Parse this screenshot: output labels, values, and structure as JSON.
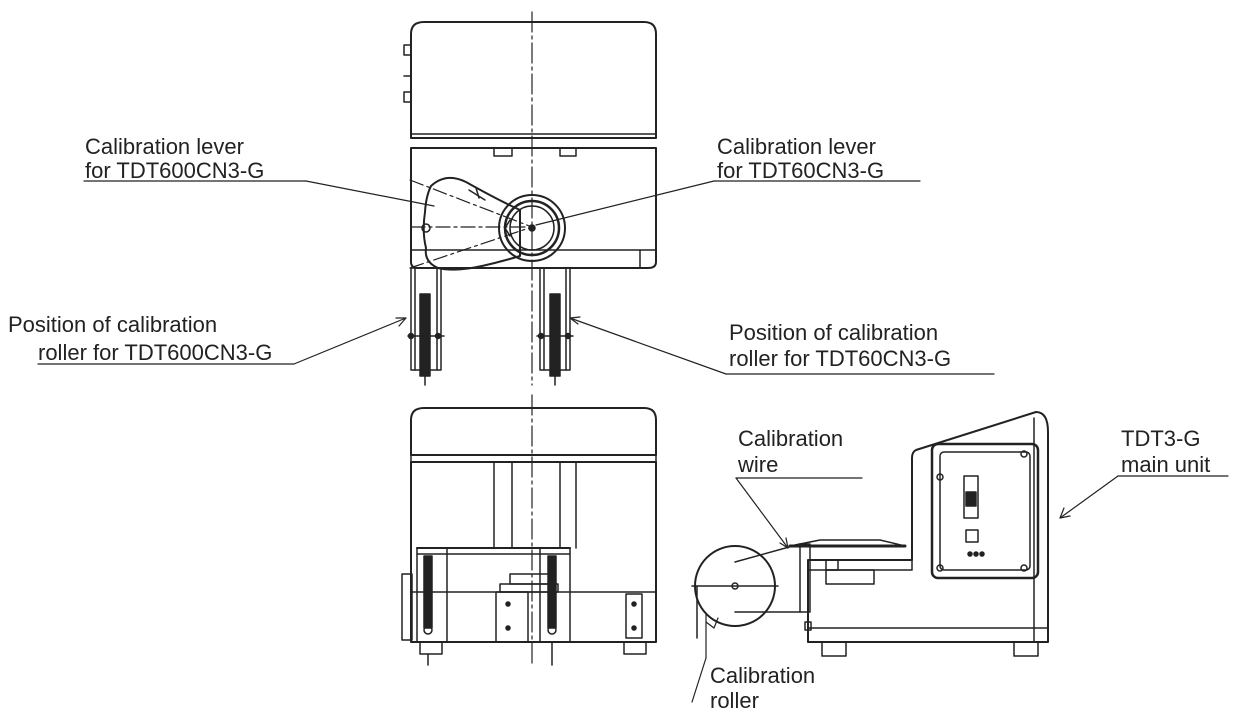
{
  "labels": {
    "lever_600_line1": "Calibration lever",
    "lever_600_line2": "for TDT600CN3-G",
    "lever_60_line1": "Calibration lever",
    "lever_60_line2": "for TDT60CN3-G",
    "roller_pos_600_line1": "Position of calibration",
    "roller_pos_600_line2": "roller for TDT600CN3-G",
    "roller_pos_60_line1": "Position of calibration",
    "roller_pos_60_line2": "roller for TDT60CN3-G",
    "wire_line1": "Calibration",
    "wire_line2": "wire",
    "main_unit_line1": "TDT3-G",
    "main_unit_line2": "main unit",
    "roller_line1": "Calibration",
    "roller_line2": "roller"
  },
  "colors": {
    "line": "#222222",
    "background": "#ffffff"
  }
}
